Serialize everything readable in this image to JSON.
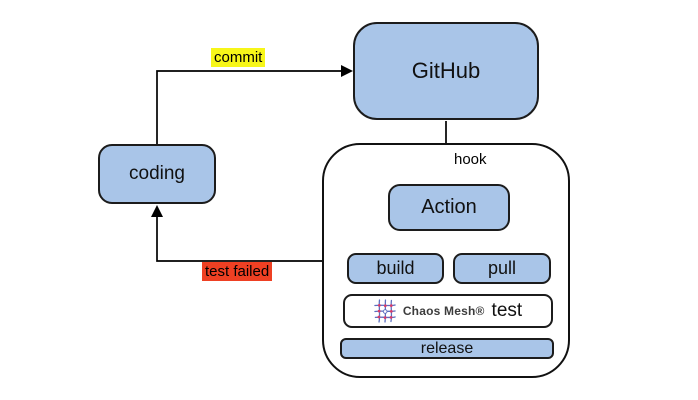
{
  "nodes": {
    "coding": {
      "label": "coding"
    },
    "github": {
      "label": "GitHub"
    },
    "action": {
      "label": "Action"
    },
    "build": {
      "label": "build"
    },
    "pull": {
      "label": "pull"
    },
    "test": {
      "brand": "Chaos Mesh®",
      "label": "test"
    },
    "release": {
      "label": "release"
    }
  },
  "edges": {
    "commit": {
      "label": "commit"
    },
    "hook": {
      "label": "hook"
    },
    "test_failed": {
      "label": "test failed"
    }
  },
  "colors": {
    "node_fill": "#a9c5e8",
    "node_border": "#1c1c1c",
    "container_fill": "#ffffff",
    "commit_highlight": "#f7f619",
    "test_failed_highlight": "#ee4023",
    "arrow": "#000000",
    "chaos_mesh_line": "#5b6ebf",
    "chaos_mesh_dot": "#d63a6a"
  }
}
